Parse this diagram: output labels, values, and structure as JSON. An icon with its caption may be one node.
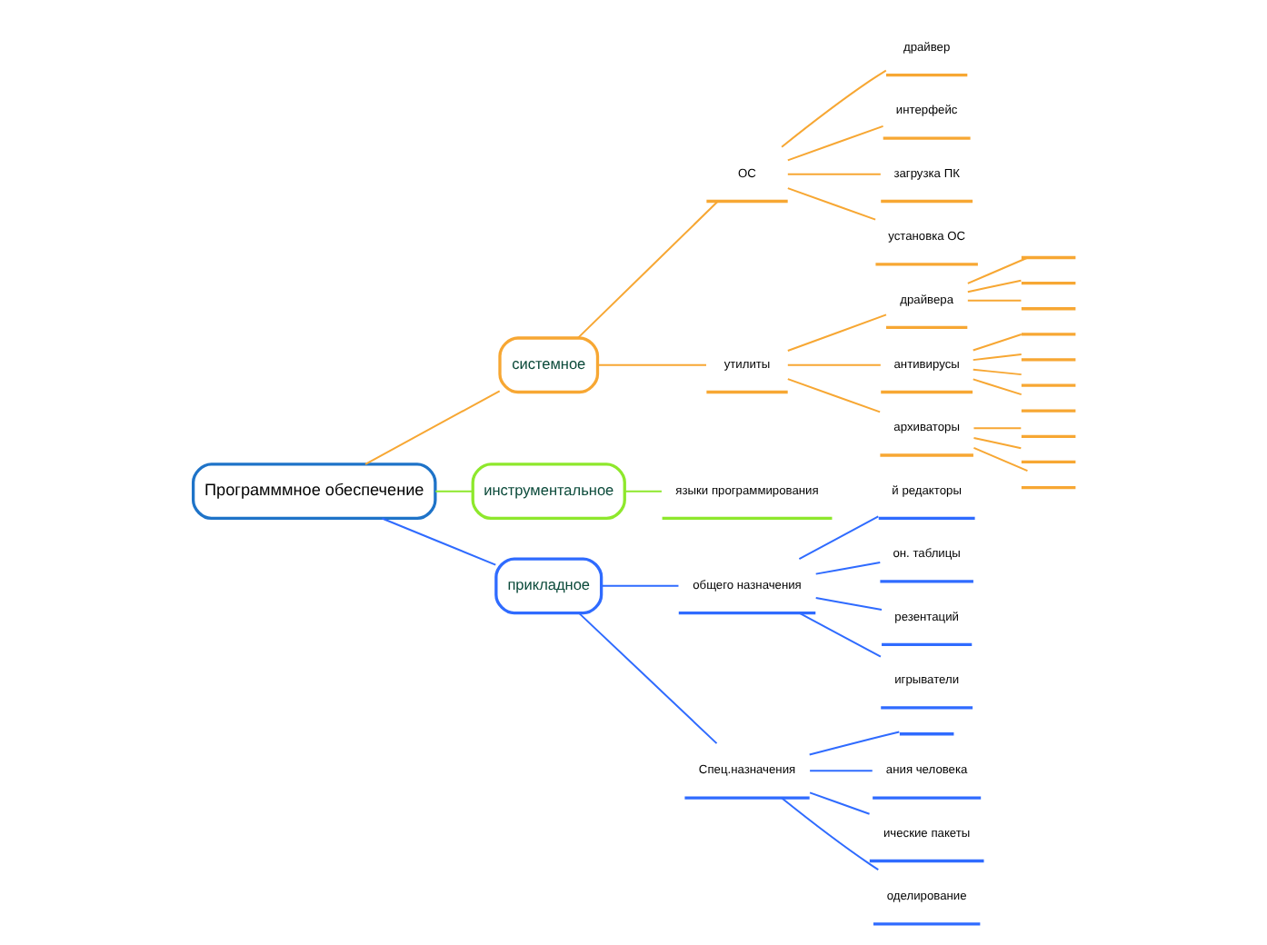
{
  "diagram": {
    "nodes": [
      {
        "text": [
          "Программмное обеспечение"
        ]
      },
      {
        "text": [
          "системное"
        ]
      },
      {
        "text": [
          "ОС"
        ]
      },
      {
        "text": [
          "драйвер"
        ]
      },
      {
        "text": [
          "интерфейс"
        ]
      },
      {
        "text": [
          "загрузка ПК"
        ]
      },
      {
        "text": [
          "установка ОС"
        ]
      },
      {
        "text": [
          "утилиты"
        ]
      },
      {
        "text": [
          "драйвера"
        ]
      },
      {
        "text": [],
        "shape": "bar"
      },
      {
        "text": [],
        "shape": "bar"
      },
      {
        "text": [],
        "shape": "bar"
      },
      {
        "text": [
          "антивирусы"
        ]
      },
      {
        "text": [],
        "shape": "bar"
      },
      {
        "text": [],
        "shape": "bar"
      },
      {
        "text": [],
        "shape": "bar"
      },
      {
        "text": [],
        "shape": "bar"
      },
      {
        "text": [
          "архиваторы"
        ]
      },
      {
        "text": [],
        "shape": "bar"
      },
      {
        "text": [],
        "shape": "bar"
      },
      {
        "text": [],
        "shape": "bar"
      },
      {
        "text": [
          "инструментальное"
        ]
      },
      {
        "text": [
          "языки программирования"
        ]
      },
      {
        "text": [
          "прикладное"
        ]
      },
      {
        "text": [
          "общего назначения"
        ]
      },
      {
        "text": [
          "й редакторы"
        ]
      },
      {
        "text": [
          "он. таблицы"
        ]
      },
      {
        "text": [
          "резентаций"
        ]
      },
      {
        "text": [
          "игрыватели"
        ]
      },
      {
        "text": [
          "Спец.назначения"
        ]
      },
      {
        "text": [],
        "shape": "bar"
      },
      {
        "text": [
          "ания человека"
        ]
      },
      {
        "text": [
          "ические пакеты"
        ]
      },
      {
        "text": [
          "оделирование"
        ]
      }
    ],
    "edges": [
      {
        "from": 0,
        "to": 1,
        "arrow": "none"
      },
      {
        "from": 1,
        "to": 2,
        "arrow": "none"
      },
      {
        "from": 2,
        "to": 3,
        "arrow": "none"
      },
      {
        "from": 2,
        "to": 4,
        "arrow": "none"
      },
      {
        "from": 2,
        "to": 5,
        "arrow": "none"
      },
      {
        "from": 2,
        "to": 6,
        "arrow": "none"
      },
      {
        "from": 1,
        "to": 7,
        "arrow": "none"
      },
      {
        "from": 7,
        "to": 8,
        "arrow": "none"
      },
      {
        "from": 8,
        "to": 9,
        "arrow": "none"
      },
      {
        "from": 8,
        "to": 10,
        "arrow": "none"
      },
      {
        "from": 8,
        "to": 11,
        "arrow": "none"
      },
      {
        "from": 7,
        "to": 12,
        "arrow": "none"
      },
      {
        "from": 12,
        "to": 13,
        "arrow": "none"
      },
      {
        "from": 12,
        "to": 14,
        "arrow": "none"
      },
      {
        "from": 12,
        "to": 15,
        "arrow": "none"
      },
      {
        "from": 12,
        "to": 16,
        "arrow": "none"
      },
      {
        "from": 7,
        "to": 17,
        "arrow": "none"
      },
      {
        "from": 17,
        "to": 18,
        "arrow": "none"
      },
      {
        "from": 17,
        "to": 19,
        "arrow": "none"
      },
      {
        "from": 17,
        "to": 20,
        "arrow": "none"
      },
      {
        "from": 0,
        "to": 21,
        "arrow": "none",
        "color": "#8ee82c"
      },
      {
        "from": 21,
        "to": 22,
        "arrow": "none",
        "color": "#8ee82c"
      },
      {
        "from": 0,
        "to": 23,
        "arrow": "none",
        "color": "#2f6bff"
      },
      {
        "from": 23,
        "to": 24,
        "arrow": "none",
        "color": "#2f6bff"
      },
      {
        "from": 24,
        "to": 25,
        "arrow": "none",
        "color": "#2f6bff"
      },
      {
        "from": 24,
        "to": 26,
        "arrow": "none",
        "color": "#2f6bff"
      },
      {
        "from": 24,
        "to": 27,
        "arrow": "none",
        "color": "#2f6bff"
      },
      {
        "from": 24,
        "to": 28,
        "arrow": "none",
        "color": "#2f6bff"
      },
      {
        "from": 23,
        "to": 29,
        "arrow": "none",
        "color": "#2f6bff"
      },
      {
        "from": 29,
        "to": 30,
        "arrow": "none",
        "color": "#2f6bff"
      },
      {
        "from": 29,
        "to": 31,
        "arrow": "none",
        "color": "#2f6bff"
      },
      {
        "from": 29,
        "to": 32,
        "arrow": "none",
        "color": "#2f6bff"
      },
      {
        "from": 29,
        "to": 33,
        "arrow": "none",
        "color": "#2f6bff"
      }
    ]
  }
}
